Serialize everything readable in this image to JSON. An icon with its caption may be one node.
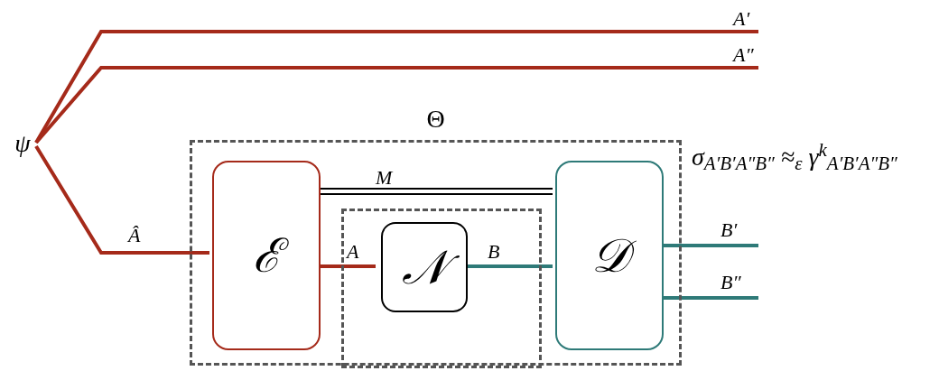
{
  "diagram": {
    "nodes": [
      {
        "text": [
          "Θ"
        ]
      },
      {
        "text": [],
        "shape": "box",
        "in": 0
      },
      {
        "text": [
          "ℰ"
        ],
        "in": 0
      },
      {
        "text": [
          "𝒩"
        ],
        "in": 1
      },
      {
        "text": [
          "𝒟"
        ],
        "in": 0
      },
      {
        "text": [
          "ψ"
        ]
      }
    ],
    "edges": [
      {
        "from": 5,
        "to": null,
        "arrow": "none",
        "label": "A′",
        "color": "#a52a1a"
      },
      {
        "from": 5,
        "to": null,
        "arrow": "none",
        "label": "A″",
        "color": "#a52a1a"
      },
      {
        "from": 5,
        "to": 2,
        "arrow": "none",
        "label": "Â",
        "color": "#a52a1a"
      },
      {
        "from": 2,
        "to": 4,
        "arrow": "none",
        "label": "M",
        "color": "#000000"
      },
      {
        "from": 2,
        "to": 3,
        "arrow": "none",
        "label": "A",
        "color": "#a52a1a"
      },
      {
        "from": 3,
        "to": 4,
        "arrow": "none",
        "label": "B",
        "color": "#2e7a78"
      },
      {
        "from": 4,
        "to": null,
        "arrow": "none",
        "label": "B′",
        "color": "#2e7a78"
      },
      {
        "from": 4,
        "to": null,
        "arrow": "none",
        "label": "B″",
        "color": "#2e7a78"
      }
    ],
    "labels": [
      "σ$_{A′B′A″B″}$ ≈$_{ε}$ γ$^{k}$$_{A′B′A″B″}$"
    ]
  }
}
